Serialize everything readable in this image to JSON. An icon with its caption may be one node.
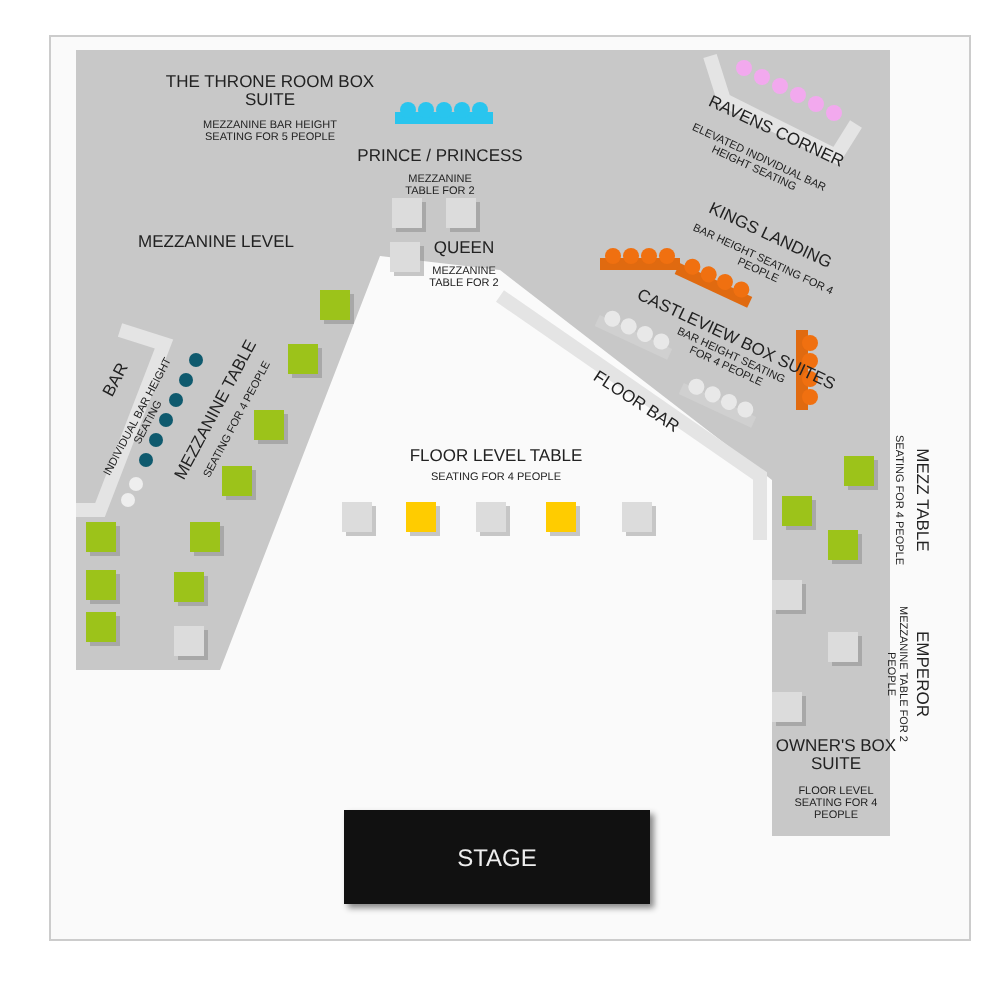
{
  "diagram": {
    "nodes": [
      {
        "text": [
          "STAGE"
        ]
      }
    ],
    "labels": [
      "THE THRONE ROOM BOX SUITE",
      "MEZZANINE BAR HEIGHT SEATING FOR 5 PEOPLE",
      "RAVENS CORNER",
      "ELEVATED INDIVIDUAL BAR HEIGHT SEATING",
      "PRINCE / PRINCESS",
      "MEZZANINE TABLE FOR 2",
      "MEZZANINE LEVEL",
      "KINGS LANDING",
      "BAR HEIGHT SEATING FOR 4 PEOPLE",
      "QUEEN",
      "MEZZANINE TABLE FOR 2",
      "CASTLEVIEW BOX SUITES",
      "BAR HEIGHT SEATING FOR 4 PEOPLE",
      "FLOOR BAR",
      "BAR",
      "INDIVIDUAL BAR HEIGHT SEATING",
      "MEZZANINE TABLE",
      "SEATING FOR 4 PEOPLE",
      "FLOOR LEVEL TABLE",
      "SEATING FOR 4 PEOPLE",
      "SEATING FOR 4 PEOPLE",
      "MEZZ TABLE",
      "MEZZANINE TABLE FOR 2 PEOPLE",
      "EMPEROR",
      "OWNER'S BOX SUITE",
      "FLOOR LEVEL SEATING FOR 4 PEOPLE"
    ]
  }
}
